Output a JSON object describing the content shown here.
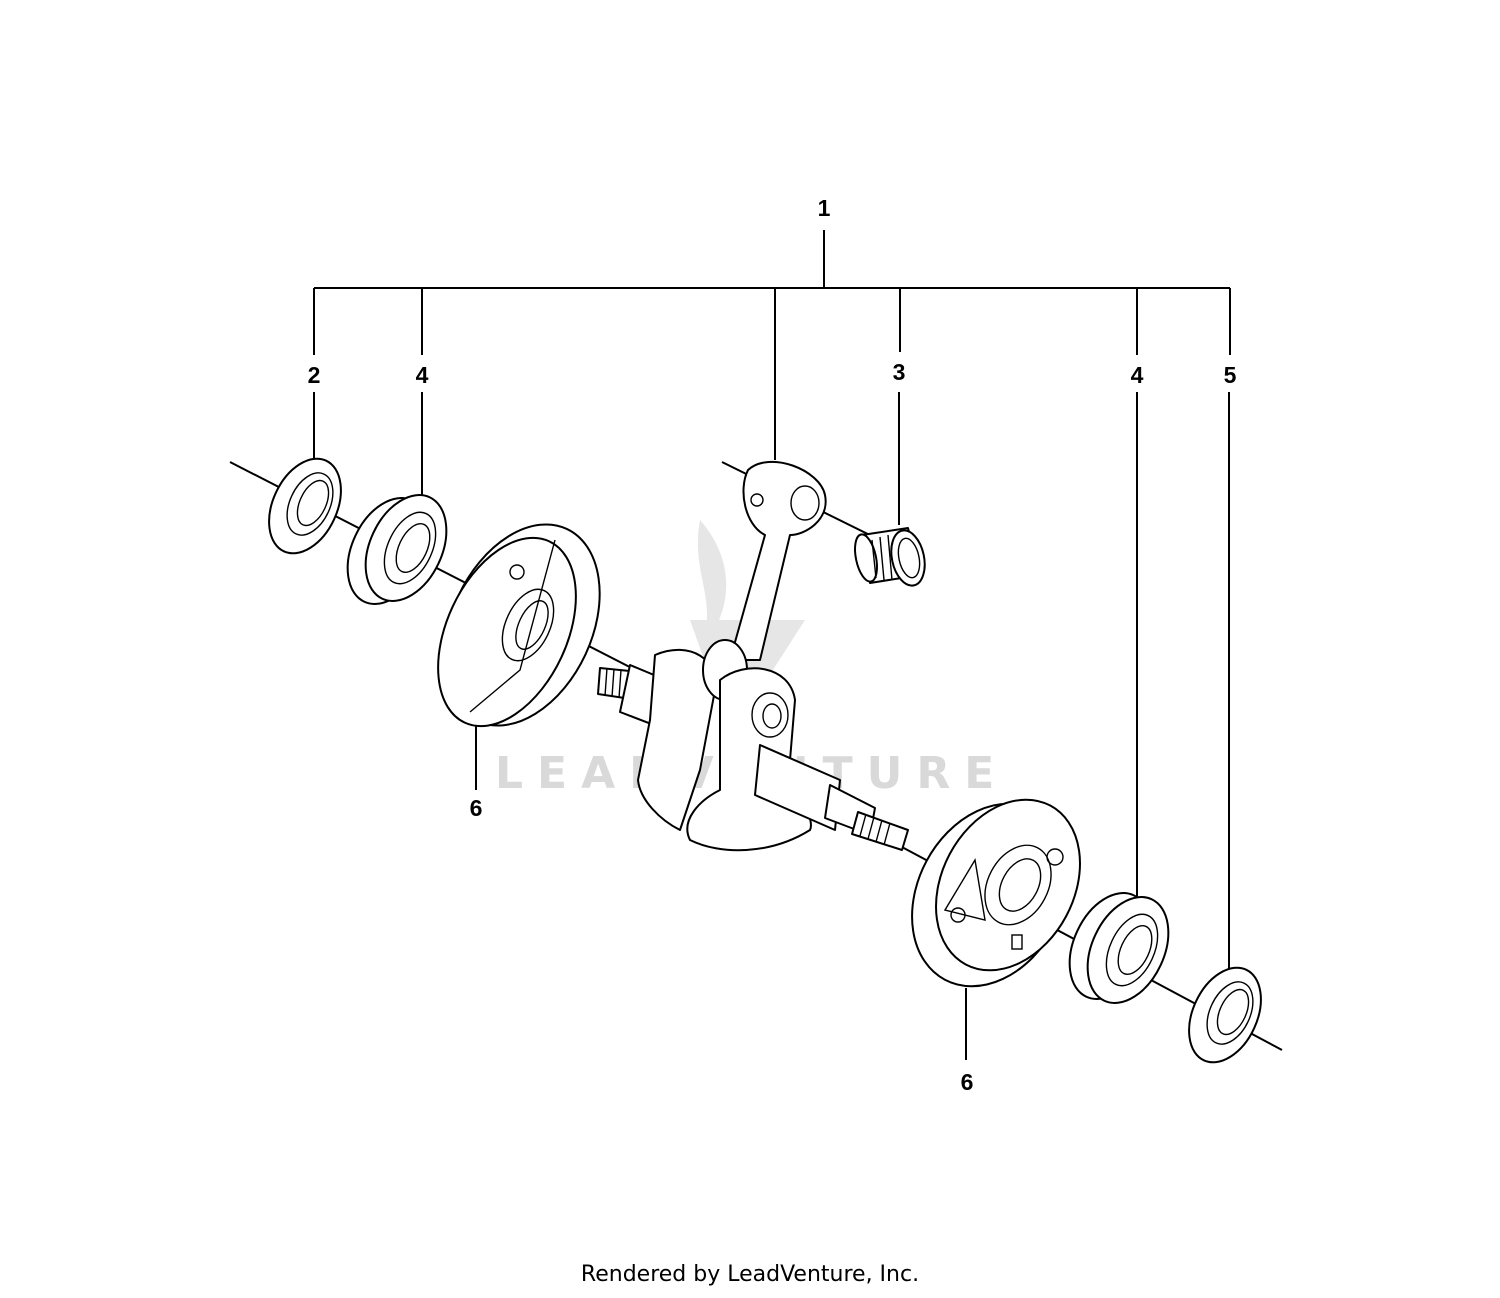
{
  "callouts": {
    "top": "1",
    "seal_left": "2",
    "bearing_left": "4",
    "needle_bearing": "3",
    "bearing_right": "4",
    "seal_right": "5",
    "disc_left": "6",
    "disc_right": "6"
  },
  "watermark": {
    "text": "LEADVENTURE"
  },
  "footer": {
    "text": "Rendered by LeadVenture, Inc."
  }
}
